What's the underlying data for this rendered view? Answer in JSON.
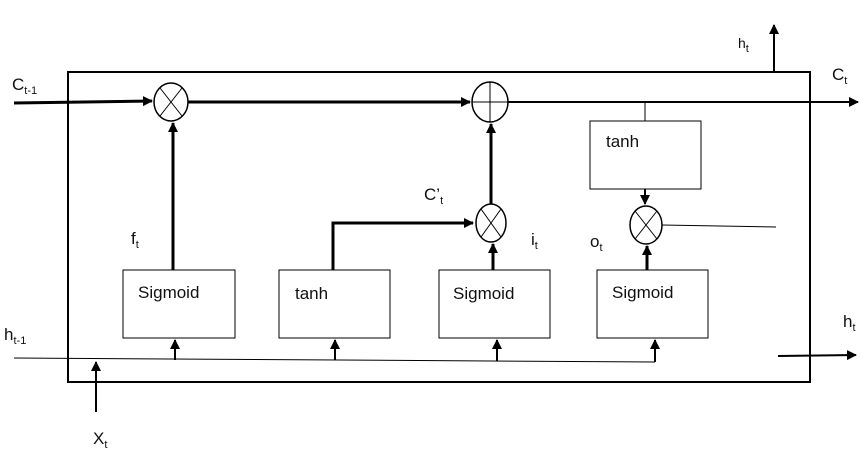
{
  "labels": {
    "c_prev_main": "C",
    "c_prev_sub": "t-1",
    "h_prev_main": "h",
    "h_prev_sub": "t-1",
    "x_main": "X",
    "x_sub": "t",
    "f_main": "f",
    "f_sub": "t",
    "i_main": "i",
    "i_sub": "t",
    "o_main": "o",
    "o_sub": "t",
    "cprime_main": "C’",
    "cprime_sub": "t",
    "c_out_main": "C",
    "c_out_sub": "t",
    "h_top_main": "h",
    "h_top_sub": "t",
    "h_right_main": "h",
    "h_right_sub": "t"
  },
  "boxes": {
    "forget": "Sigmoid",
    "candidate": "tanh",
    "input": "Sigmoid",
    "output": "Sigmoid",
    "cell_tanh": "tanh"
  }
}
